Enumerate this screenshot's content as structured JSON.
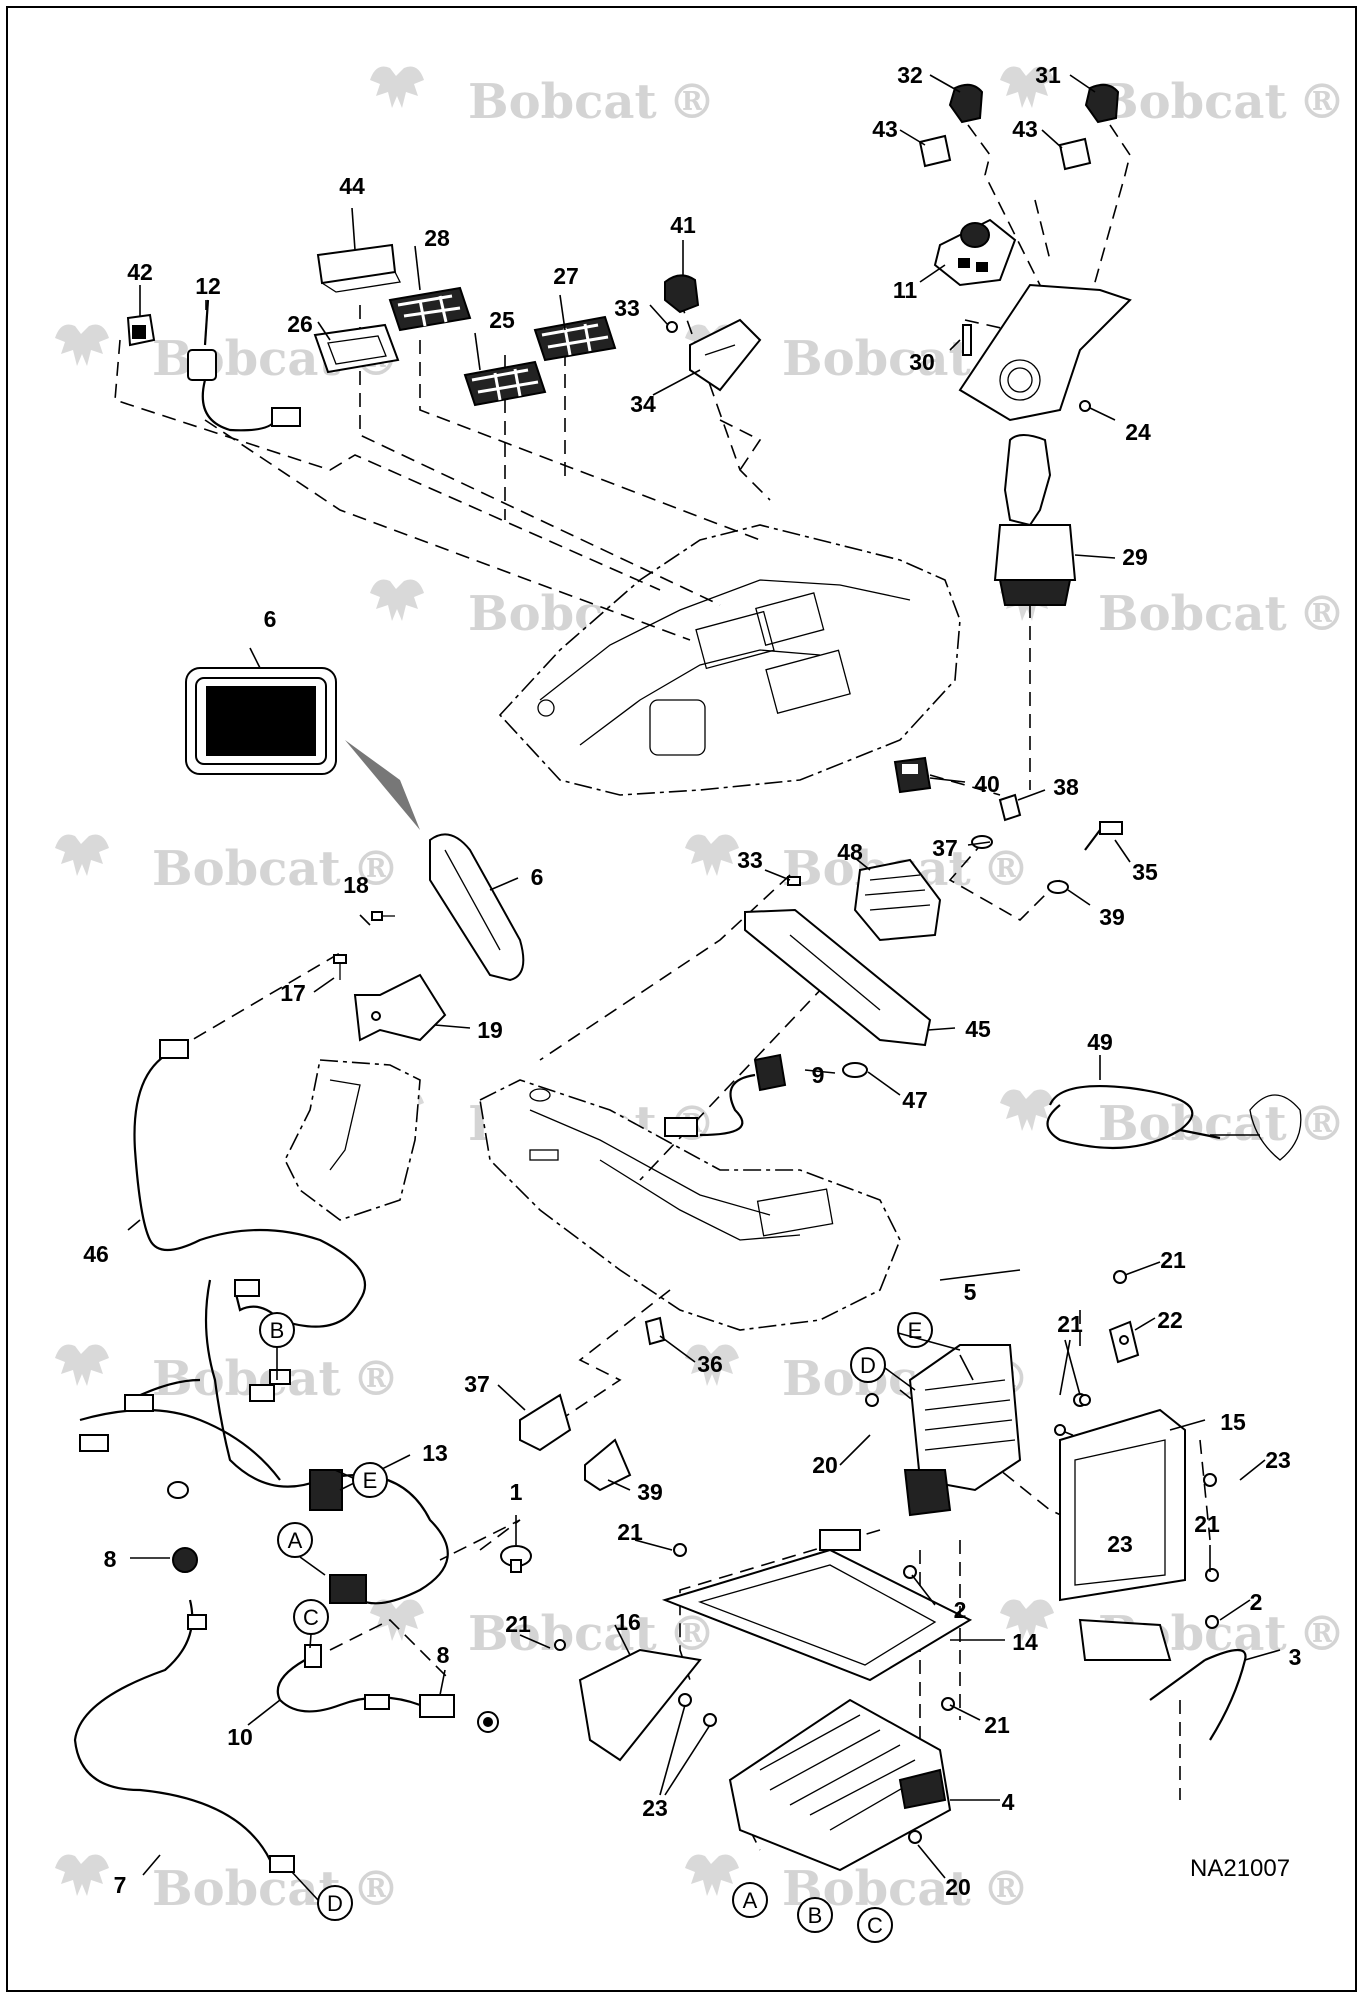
{
  "watermark": {
    "brand": "Bobcat",
    "mark": "®"
  },
  "drawing_code": "NA21007",
  "connector_letters": [
    "A",
    "B",
    "C",
    "D",
    "E"
  ],
  "callouts": {
    "n1": "1",
    "n2": "2",
    "n3": "3",
    "n4": "4",
    "n5": "5",
    "n6": "6",
    "n7": "7",
    "n8": "8",
    "n9": "9",
    "n10": "10",
    "n11": "11",
    "n12": "12",
    "n13": "13",
    "n14": "14",
    "n15": "15",
    "n16": "16",
    "n17": "17",
    "n18": "18",
    "n19": "19",
    "n20": "20",
    "n21": "21",
    "n22": "22",
    "n23": "23",
    "n24": "24",
    "n25": "25",
    "n26": "26",
    "n27": "27",
    "n28": "28",
    "n29": "29",
    "n30": "30",
    "n31": "31",
    "n32": "32",
    "n33": "33",
    "n34": "34",
    "n35": "35",
    "n36": "36",
    "n37": "37",
    "n38": "38",
    "n39": "39",
    "n40": "40",
    "n41": "41",
    "n42": "42",
    "n43": "43",
    "n44": "44",
    "n45": "45",
    "n46": "46",
    "n47": "47",
    "n48": "48",
    "n49": "49"
  }
}
